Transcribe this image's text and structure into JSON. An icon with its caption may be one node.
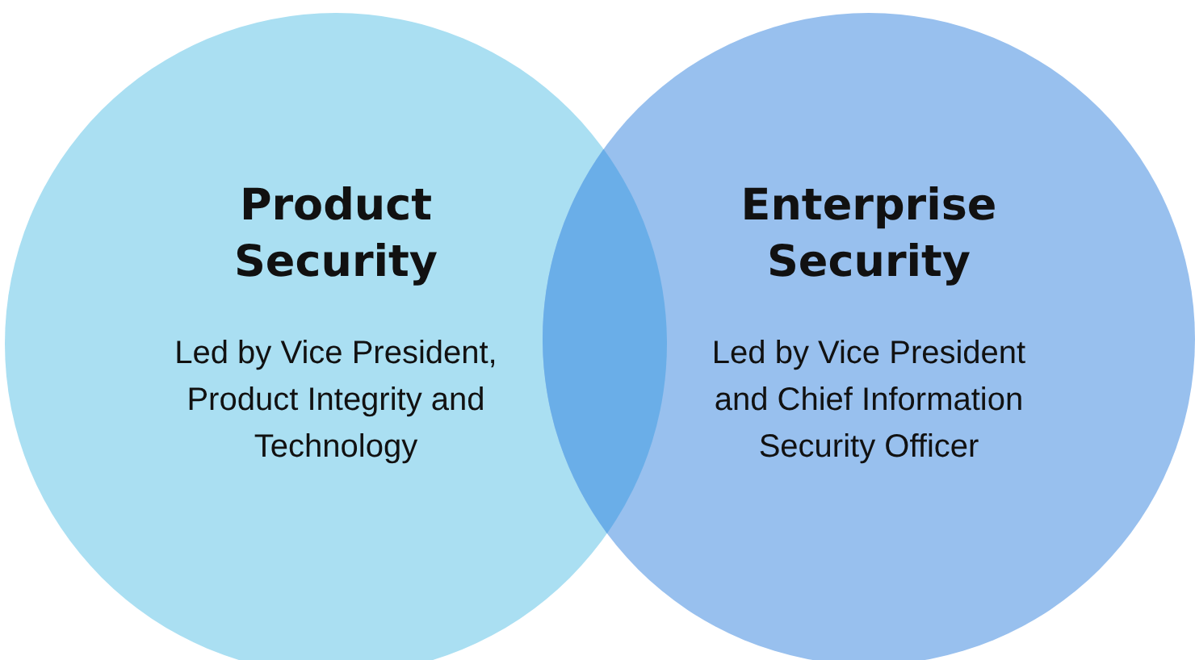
{
  "diagram": {
    "nodes": [
      {
        "text": [
          "Product Security",
          "Led by Vice President, Product Integrity and Technology"
        ]
      },
      {
        "text": [
          "Enterprise Security",
          "Led by Vice President and Chief Information Security Officer"
        ]
      }
    ]
  }
}
